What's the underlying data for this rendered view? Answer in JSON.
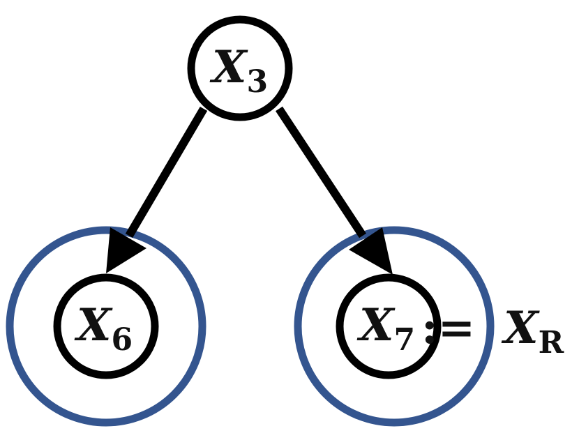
{
  "colors": {
    "node_stroke": "#000000",
    "edge": "#000000",
    "highlight_ring": "#34558f"
  },
  "nodes": {
    "x3": {
      "letter": "X",
      "sub": "3"
    },
    "x6": {
      "letter": "X",
      "sub": "6"
    },
    "x7": {
      "letter": "X",
      "sub": "7"
    }
  },
  "assignment": {
    "operator": ":=",
    "rhs_letter": "X",
    "rhs_sub": "R"
  },
  "edges": [
    {
      "from": "x3",
      "to": "x6"
    },
    {
      "from": "x3",
      "to": "x7"
    }
  ]
}
